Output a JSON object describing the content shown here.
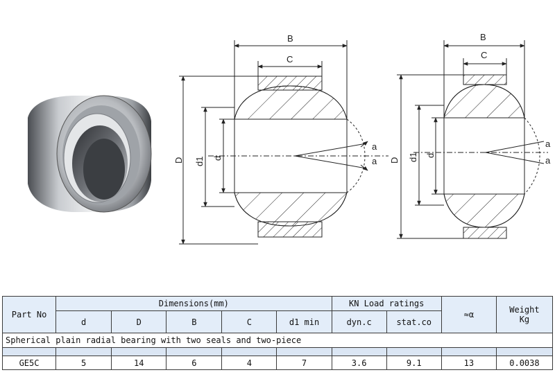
{
  "drawing": {
    "left_view": {
      "B": "B",
      "C": "C",
      "D": "D",
      "d1": "d1",
      "d": "d",
      "a_top": "a",
      "a_bottom": "a"
    },
    "right_view": {
      "B": "B",
      "C": "C",
      "D": "D",
      "d1": "d1",
      "d": "d",
      "a_top": "a",
      "a_bottom": "a"
    }
  },
  "table": {
    "header": {
      "part_no": "Part No",
      "dimensions": "Dimensions(mm)",
      "load_ratings": "KN Load ratings",
      "alpha": "≈α",
      "weight_line1": "Weight",
      "weight_line2": "Kg"
    },
    "subheader": {
      "d": "d",
      "D": "D",
      "B": "B",
      "C": "C",
      "d1": "d1 min",
      "dyn": "dyn.c",
      "stat": "stat.co"
    },
    "description": "Spherical plain radial bearing with two seals and two-piece",
    "rows": [
      {
        "part_no": "GE5C",
        "d": "5",
        "D": "14",
        "B": "6",
        "C": "4",
        "d1": "7",
        "dyn": "3.6",
        "stat": "9.1",
        "alpha": "13",
        "weight": "0.0038"
      }
    ]
  }
}
